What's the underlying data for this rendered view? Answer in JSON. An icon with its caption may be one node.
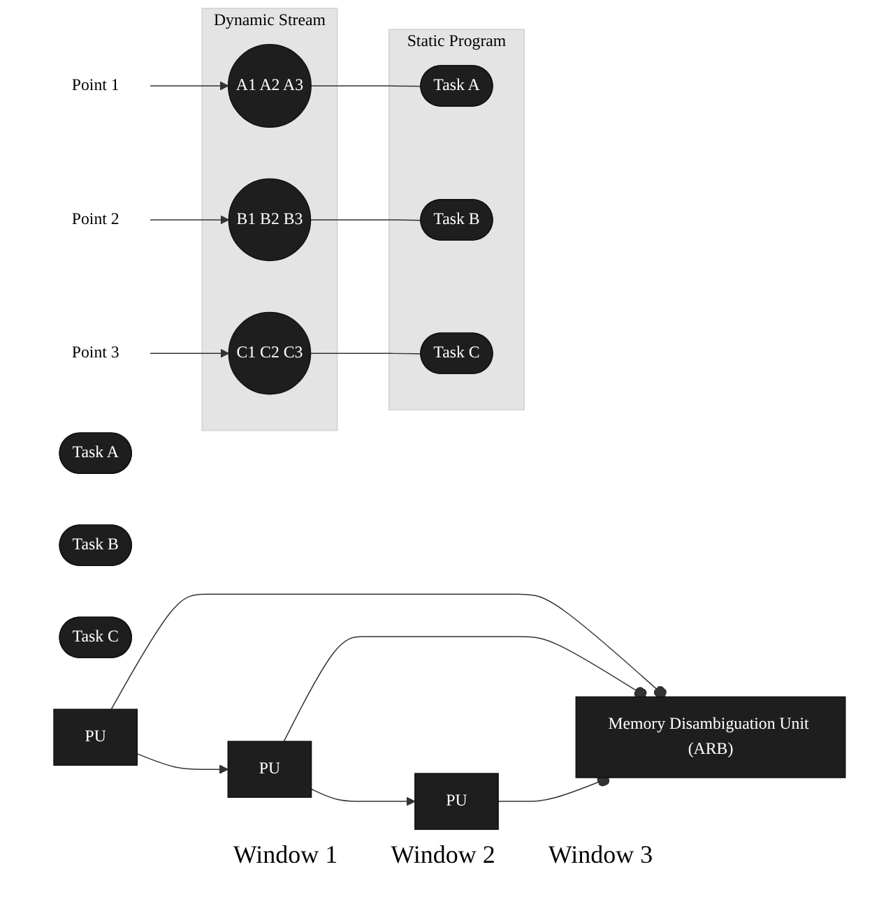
{
  "diagram": {
    "nodes": [
      {
        "text": [
          "Dynamic Stream"
        ]
      },
      {
        "text": [
          "A1 A2 A3"
        ],
        "in": 0
      },
      {
        "text": [
          "B1 B2 B3"
        ],
        "in": 0
      },
      {
        "text": [
          "C1 C2 C3"
        ],
        "in": 0
      },
      {
        "text": [
          "Static Program"
        ]
      },
      {
        "text": [
          "Task A"
        ],
        "in": 4
      },
      {
        "text": [
          "Task B"
        ],
        "in": 4
      },
      {
        "text": [
          "Task C"
        ],
        "in": 4
      },
      {
        "text": [
          "Point 1"
        ]
      },
      {
        "text": [
          "Point 2"
        ]
      },
      {
        "text": [
          "Point 3"
        ]
      },
      {
        "text": [
          "Task A"
        ]
      },
      {
        "text": [
          "Task B"
        ]
      },
      {
        "text": [
          "Task C"
        ]
      },
      {
        "text": [
          "PU"
        ]
      },
      {
        "text": [
          "PU"
        ]
      },
      {
        "text": [
          "PU"
        ]
      },
      {
        "text": [
          "Memory Disambiguation Unit (ARB)"
        ]
      }
    ],
    "edges": [
      {
        "from": 8,
        "to": 1,
        "arrow": "to"
      },
      {
        "from": 9,
        "to": 2,
        "arrow": "to"
      },
      {
        "from": 10,
        "to": 3,
        "arrow": "to"
      },
      {
        "from": 1,
        "to": 5,
        "arrow": "none"
      },
      {
        "from": 2,
        "to": 6,
        "arrow": "none"
      },
      {
        "from": 3,
        "to": 7,
        "arrow": "none"
      },
      {
        "from": 14,
        "to": 15,
        "arrow": "to"
      },
      {
        "from": 15,
        "to": 16,
        "arrow": "to"
      },
      {
        "from": 14,
        "to": 17,
        "arrow": "other"
      },
      {
        "from": 15,
        "to": 17,
        "arrow": "other"
      },
      {
        "from": 16,
        "to": 17,
        "arrow": "other"
      }
    ],
    "labels": [
      "Window 1",
      "Window 2",
      "Window 3"
    ]
  }
}
